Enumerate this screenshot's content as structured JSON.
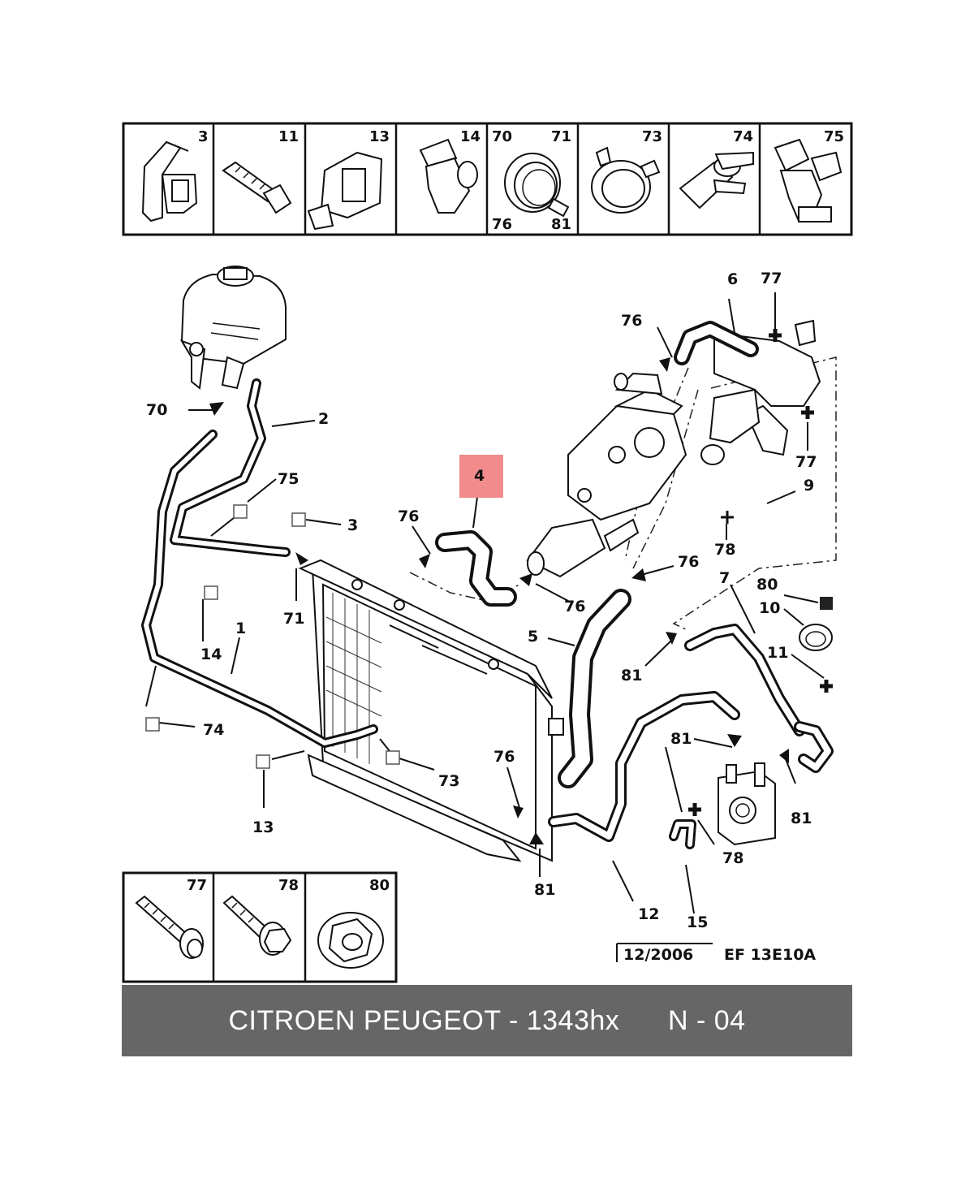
{
  "top_parts": [
    {
      "num": "3"
    },
    {
      "num": "11"
    },
    {
      "num": "13"
    },
    {
      "num": "14"
    },
    {
      "num": "70",
      "num2": "71",
      "num3": "76",
      "num4": "81"
    },
    {
      "num": "73"
    },
    {
      "num": "74"
    },
    {
      "num": "75"
    }
  ],
  "bottom_parts": [
    {
      "num": "77"
    },
    {
      "num": "78"
    },
    {
      "num": "80"
    }
  ],
  "labels": {
    "l4": "4",
    "l76a": "76",
    "l76b": "76",
    "l76c": "76",
    "l76d": "76",
    "l76e": "76",
    "l70": "70",
    "l2": "2",
    "l75": "75",
    "l3": "3",
    "l71": "71",
    "l14": "14",
    "l1": "1",
    "l74": "74",
    "l13": "13",
    "l73": "73",
    "l5": "5",
    "l6": "6",
    "l77a": "77",
    "l77b": "77",
    "l9": "9",
    "l78a": "78",
    "l7": "7",
    "l80": "80",
    "l10": "10",
    "l11": "11",
    "l81a": "81",
    "l81b": "81",
    "l81c": "81",
    "l81d": "81",
    "l12": "12",
    "l15": "15",
    "l78b": "78"
  },
  "date_code": "12/2006",
  "ref_code": "EF 13E10A",
  "footer": "CITROEN PEUGEOT - 1343hx      N - 04",
  "colors": {
    "highlight": "#f28b8b",
    "footer_bg": "#666666"
  }
}
